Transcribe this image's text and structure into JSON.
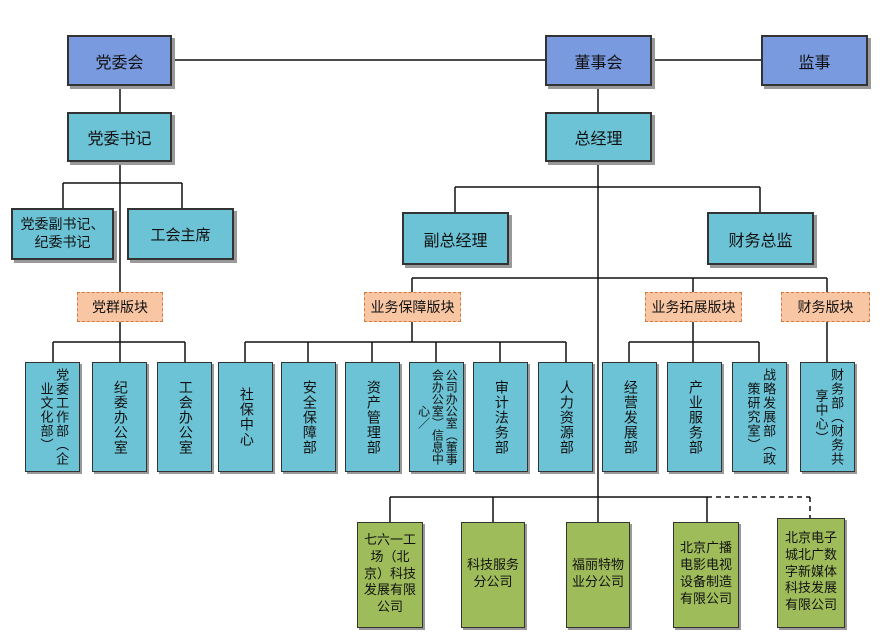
{
  "top": {
    "party_committee": "党委会",
    "board": "董事会",
    "supervisor": "监事"
  },
  "mid": {
    "party_secretary": "党委书记",
    "general_manager": "总经理"
  },
  "party_side": {
    "deputy_secretary": "党委副书记、纪委书记",
    "union_chair": "工会主席"
  },
  "gm_side": {
    "deputy_gm": "副总经理",
    "cfo": "财务总监"
  },
  "sections": {
    "party_masses": "党群版块",
    "business_support": "业务保障版块",
    "business_expansion": "业务拓展版块",
    "finance": "财务版块"
  },
  "depts": {
    "party_work": "党委工作部（企业文化部）",
    "discipline": "纪委办公室",
    "union_office": "工会办公室",
    "social_security": "社保中心",
    "safety": "安全保障部",
    "assets": "资产管理部",
    "company_office": "公司办公室（董事会办公室）信息中心／",
    "audit_law": "审计法务部",
    "hr": "人力资源部",
    "operations": "经营发展部",
    "industry_service": "产业服务部",
    "strategy": "战略发展部（政策研究室）",
    "finance_dept": "财务部（财务共享中心）"
  },
  "subsidiaries": {
    "qiliuyi": "七六一工场（北京）科技发展有限公司",
    "tech_service": "科技服务分公司",
    "fuli": "福丽特物业分公司",
    "bj_broadcast": "北京广播电影电视设备制造有限公司",
    "bj_ecity": "北京电子城北广数字新媒体科技发展有限公司"
  }
}
